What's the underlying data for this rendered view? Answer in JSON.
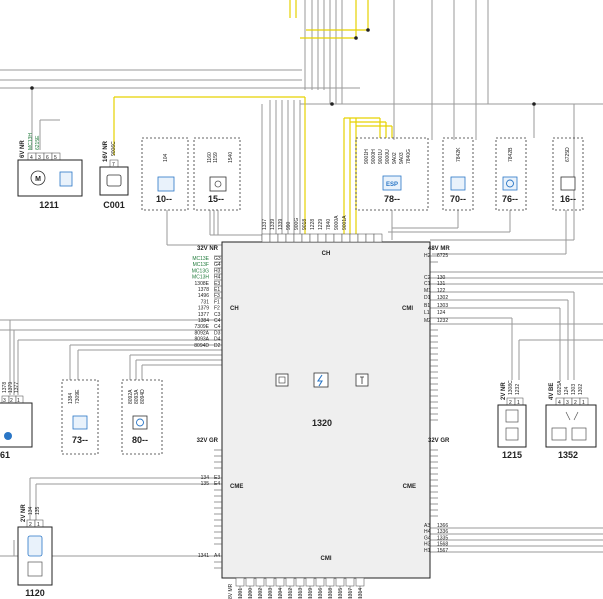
{
  "ecu": {
    "id": "1320",
    "top_label": "CH",
    "bottom_label": "CMI",
    "left_labels": [
      "CH",
      "CME"
    ],
    "right_labels": [
      "CMI",
      "CME"
    ],
    "connectors": {
      "top_left": "32V NR",
      "top_right": "48V MR",
      "bottom_left": "32V GR",
      "bottom_right": "32V GR",
      "bottom": "8V MR"
    },
    "top_wires": [
      "1337",
      "1339",
      "1339",
      "990",
      "900G",
      "9018",
      "1228",
      "1229",
      "7840",
      "9000A",
      "9001A"
    ],
    "left_pins_upper": [
      {
        "wire": "MC13E",
        "pin": "G3",
        "green": true
      },
      {
        "wire": "MC13F",
        "pin": "G4",
        "green": true
      },
      {
        "wire": "MC13G",
        "pin": "H3",
        "green": true
      },
      {
        "wire": "MC13H",
        "pin": "H4",
        "green": true
      },
      {
        "wire": "1308E",
        "pin": "E3",
        "green": false
      },
      {
        "wire": "1378",
        "pin": "E1",
        "green": false
      },
      {
        "wire": "1496",
        "pin": "F3",
        "green": false
      },
      {
        "wire": "731",
        "pin": "F1",
        "green": false
      },
      {
        "wire": "1379",
        "pin": "F2",
        "green": false
      },
      {
        "wire": "1377",
        "pin": "C3",
        "green": false
      },
      {
        "wire": "1384",
        "pin": "C4",
        "green": false
      },
      {
        "wire": "7309E",
        "pin": "C4",
        "green": false
      },
      {
        "wire": "8092A",
        "pin": "D3",
        "green": false
      },
      {
        "wire": "8093A",
        "pin": "D4",
        "green": false
      },
      {
        "wire": "8094D",
        "pin": "D2",
        "green": false
      }
    ],
    "left_pins_lower": [
      {
        "wire": "134",
        "pin": "E3"
      },
      {
        "wire": "135",
        "pin": "E4"
      },
      {
        "wire": "1341",
        "pin": "A4"
      }
    ],
    "right_pins_upper": [
      {
        "wire": "6725",
        "pin": "H2"
      },
      {
        "wire": "130",
        "pin": "C2"
      },
      {
        "wire": "131",
        "pin": "C1"
      },
      {
        "wire": "122",
        "pin": "M1"
      },
      {
        "wire": "1302",
        "pin": "D1"
      },
      {
        "wire": "1303",
        "pin": "B1"
      },
      {
        "wire": "124",
        "pin": "L1"
      },
      {
        "wire": "1232",
        "pin": "M2"
      }
    ],
    "right_pins_lower": [
      {
        "wire": "1366",
        "pin": "A3"
      },
      {
        "wire": "1336",
        "pin": "H4"
      },
      {
        "wire": "1335",
        "pin": "G4"
      },
      {
        "wire": "1568",
        "pin": "H3"
      },
      {
        "wire": "1567",
        "pin": "H1"
      }
    ],
    "bottom_wires": [
      "1201",
      "1200",
      "1202",
      "1203",
      "1204",
      "1312",
      "1313",
      "1319",
      "1316",
      "1318",
      "1315",
      "1317",
      "1314"
    ]
  },
  "components": {
    "c1211": {
      "id": "1211",
      "connector": "6V NR",
      "wires": [
        "MC13H",
        "6215E"
      ],
      "pins": [
        "4",
        "3",
        "6",
        "5"
      ]
    },
    "c001": {
      "id": "C001",
      "connector": "16V NR",
      "wire": "9006C",
      "pin": "7"
    },
    "c10": {
      "id": "10--",
      "wire": "104"
    },
    "c15": {
      "id": "15--",
      "wires": [
        "1160",
        "1159",
        "1540"
      ]
    },
    "c78": {
      "id": "78--",
      "wires": [
        "9001H",
        "9000H",
        "9001U",
        "9000U",
        "9A02",
        "9A03",
        "7840G"
      ],
      "icon": "ESP"
    },
    "c70": {
      "id": "70--",
      "wire": "7842K"
    },
    "c76": {
      "id": "76--",
      "wire": "7842B"
    },
    "c16": {
      "id": "16--",
      "wire": "6725D"
    },
    "c1215": {
      "id": "1215",
      "connector": "2V NR",
      "wires": [
        "1308C",
        "1232"
      ],
      "pins": [
        "2",
        "1"
      ]
    },
    "c1352": {
      "id": "1352",
      "connector": "4V BE",
      "wires": [
        "6925A",
        "124",
        "1303",
        "1302"
      ],
      "pins": [
        "4",
        "3",
        "2",
        "1"
      ]
    },
    "c73": {
      "id": "73--",
      "wires": [
        "1384",
        "7309E"
      ]
    },
    "c80": {
      "id": "80--",
      "wires": [
        "8092A",
        "8093A",
        "8094D"
      ]
    },
    "c61": {
      "id": "61",
      "wires": [
        "1378",
        "1379",
        "1377"
      ],
      "pins": [
        "3",
        "2",
        "1"
      ]
    },
    "c1120": {
      "id": "1120",
      "connector": "2V NR",
      "wires": [
        "134",
        "135"
      ],
      "pins": [
        "2",
        "1"
      ]
    }
  },
  "colors": {
    "wire_yellow": "#e6d200",
    "wire_gray": "#9a9a9a",
    "green_label": "#1f7a3a",
    "ecu_fill": "#efefef",
    "icon_blue": "#2a76c6"
  }
}
